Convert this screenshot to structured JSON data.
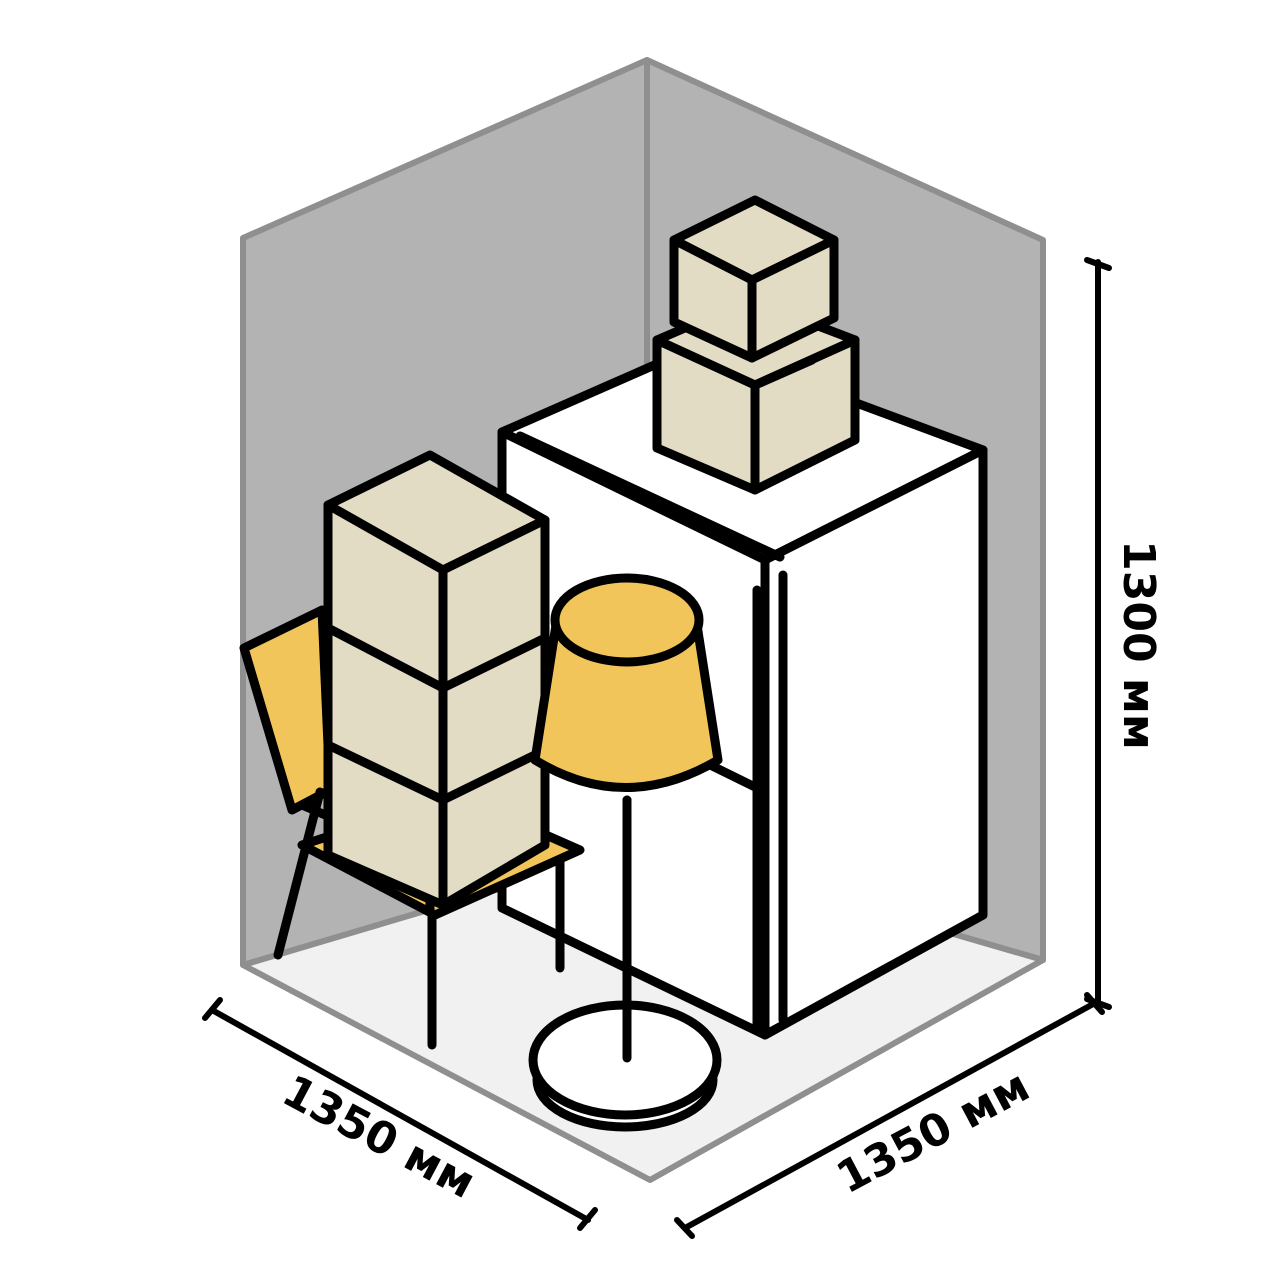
{
  "dimensions": {
    "width_label": "1350 мм",
    "depth_label": "1350 мм",
    "height_label": "1300 мм"
  },
  "colors": {
    "wall": "#b3b3b3",
    "wall_edge": "#8f8f8f",
    "floor": "#f1f1f1",
    "box": "#e3dcc4",
    "chair_and_lamp": "#f2c55a",
    "fridge": "#ffffff",
    "outline": "#000000"
  },
  "items": [
    "storage-room",
    "fridge",
    "box-stack-tall",
    "boxes-on-fridge",
    "chair",
    "floor-lamp"
  ]
}
